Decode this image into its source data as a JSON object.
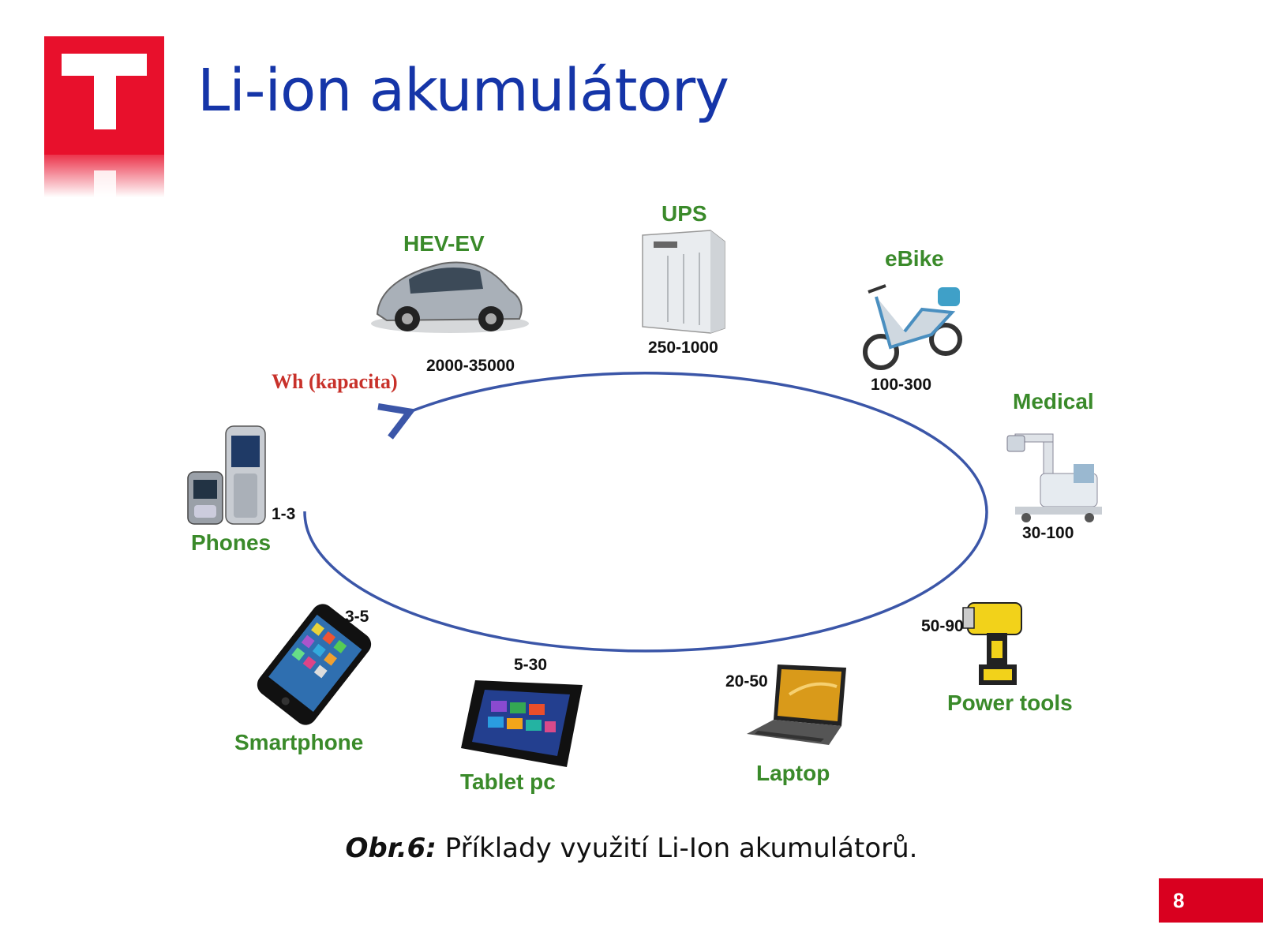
{
  "slide": {
    "title": "Li-ion akumulátory",
    "page_number": "8",
    "caption_lead": "Obr.6:",
    "caption_text": " Příklady využití Li-Ion akumulátorů."
  },
  "diagram": {
    "axis_label": "Wh (kapacita)",
    "nodes": [
      {
        "label": "Phones",
        "value": "1-3"
      },
      {
        "label": "Smartphone",
        "value": "3-5"
      },
      {
        "label": "Tablet pc",
        "value": "5-30"
      },
      {
        "label": "Laptop",
        "value": "20-50"
      },
      {
        "label": "Power tools",
        "value": "50-90"
      },
      {
        "label": "Medical",
        "value": "30-100"
      },
      {
        "label": "eBike",
        "value": "100-300"
      },
      {
        "label": "UPS",
        "value": "250-1000"
      },
      {
        "label": "HEV-EV",
        "value": "2000-35000"
      }
    ]
  },
  "colors": {
    "brand_red": "#d9001f",
    "title_blue": "#1535a8",
    "label_green": "#3a8a2a",
    "ellipse_blue": "#3b56a8",
    "wh_red": "#c8312a"
  }
}
